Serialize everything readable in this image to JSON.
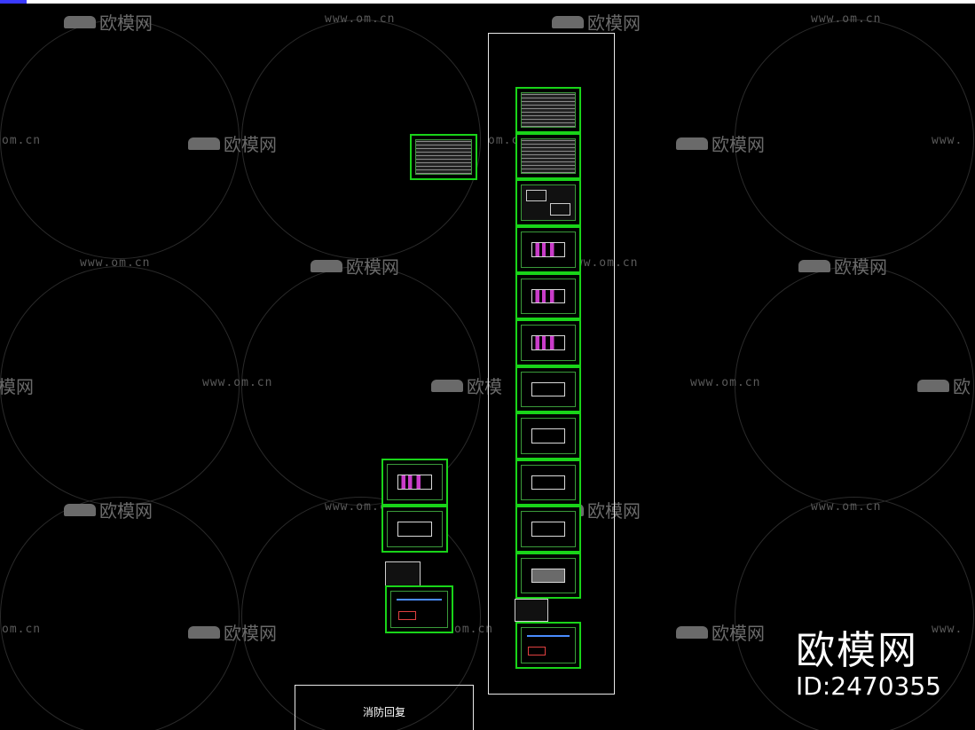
{
  "watermarks": {
    "url_text": "www.om.cn",
    "url_short": "om.cn",
    "url_prefix": "www.",
    "logo_text": "欧模网",
    "logo_cut": "欧模",
    "logo_partial": "欧",
    "logo_end": "模网"
  },
  "drawing": {
    "fire_label": "消防回复"
  },
  "brand": {
    "name": "欧模网",
    "id_text": "ID:2470355"
  },
  "colors": {
    "background": "#000000",
    "sheet_border": "#19d419",
    "frame": "#e8e8e8",
    "watermark": "#5a5a5a"
  }
}
